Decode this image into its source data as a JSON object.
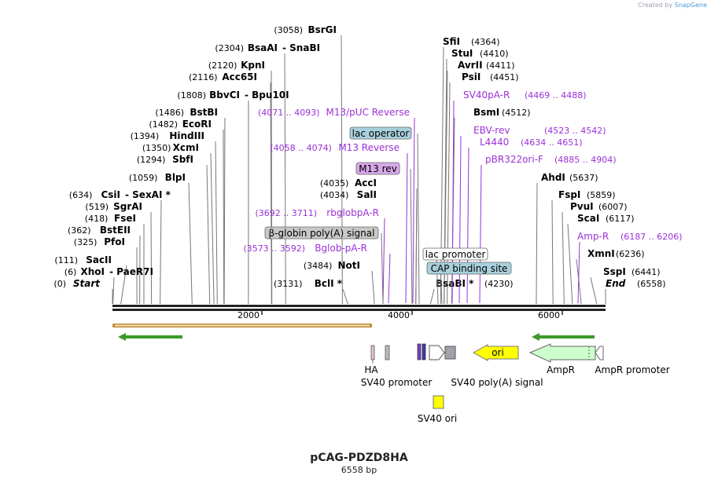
{
  "credit": {
    "prefix": "Created by",
    "brand": "SnapGene"
  },
  "plasmid": {
    "name": "pCAG-PDZD8HA",
    "length": "6558 bp",
    "total_bp": 6558
  },
  "enzymes": [
    {
      "name": "BsrGI",
      "pos": "(3058)",
      "bp": 3058
    },
    {
      "name": "BsaAI",
      "pos": "(2304)",
      "bp": 2304,
      "pair": "SnaBI"
    },
    {
      "name": "KpnI",
      "pos": "(2120)",
      "bp": 2120
    },
    {
      "name": "Acc65I",
      "pos": "(2116)",
      "bp": 2116
    },
    {
      "name": "BbvCI",
      "pos": "(1808)",
      "bp": 1808,
      "pair": "Bpu10I"
    },
    {
      "name": "BstBI",
      "pos": "(1486)",
      "bp": 1486
    },
    {
      "name": "EcoRI",
      "pos": "(1482)",
      "bp": 1482
    },
    {
      "name": "HindIII",
      "pos": "(1394)",
      "bp": 1394
    },
    {
      "name": "XcmI",
      "pos": "(1350)",
      "bp": 1350
    },
    {
      "name": "SbfI",
      "pos": "(1294)",
      "bp": 1294
    },
    {
      "name": "BlpI",
      "pos": "(1059)",
      "bp": 1059
    },
    {
      "name": "CsiI",
      "pos": "(634)",
      "bp": 634,
      "pair": "SexAI *"
    },
    {
      "name": "SgrAI",
      "pos": "(519)",
      "bp": 519
    },
    {
      "name": "FseI",
      "pos": "(418)",
      "bp": 418
    },
    {
      "name": "BstEII",
      "pos": "(362)",
      "bp": 362
    },
    {
      "name": "PfoI",
      "pos": "(325)",
      "bp": 325
    },
    {
      "name": "SacII",
      "pos": "(111)",
      "bp": 111
    },
    {
      "name": "XhoI",
      "pos": "(6)",
      "bp": 6,
      "pair": "PaeR7I"
    },
    {
      "name": "Start",
      "pos": "(0)",
      "bp": 0,
      "italic": true
    },
    {
      "name": "AccI",
      "pos": "(4035)",
      "bp": 4035
    },
    {
      "name": "SalI",
      "pos": "(4034)",
      "bp": 4034
    },
    {
      "name": "NotI",
      "pos": "(3484)",
      "bp": 3484
    },
    {
      "name": "BclI *",
      "pos": "(3131)",
      "bp": 3131
    },
    {
      "name": "SfiI",
      "pos": "(4364)",
      "bp": 4364
    },
    {
      "name": "StuI",
      "pos": "(4410)",
      "bp": 4410
    },
    {
      "name": "AvrII",
      "pos": "(4411)",
      "bp": 4411
    },
    {
      "name": "PsiI",
      "pos": "(4451)",
      "bp": 4451
    },
    {
      "name": "BsmI",
      "pos": "(4512)",
      "bp": 4512
    },
    {
      "name": "BsaBI *",
      "pos": "(4230)",
      "bp": 4230
    },
    {
      "name": "AhdI",
      "pos": "(5637)",
      "bp": 5637
    },
    {
      "name": "FspI",
      "pos": "(5859)",
      "bp": 5859
    },
    {
      "name": "PvuI",
      "pos": "(6007)",
      "bp": 6007
    },
    {
      "name": "ScaI",
      "pos": "(6117)",
      "bp": 6117
    },
    {
      "name": "XmnI",
      "pos": "(6236)",
      "bp": 6236
    },
    {
      "name": "SspI",
      "pos": "(6441)",
      "bp": 6441
    },
    {
      "name": "End",
      "pos": "(6558)",
      "bp": 6558,
      "italic": true
    }
  ],
  "primers": [
    {
      "name": "M13/pUC Reverse",
      "range": "(4071 .. 4093)"
    },
    {
      "name": "M13 Reverse",
      "range": "(4058 .. 4074)"
    },
    {
      "name": "rbglobpA-R",
      "range": "(3692 .. 3711)"
    },
    {
      "name": "Bglob-pA-R",
      "range": "(3573 .. 3592)"
    },
    {
      "name": "SV40pA-R",
      "range": "(4469 .. 4488)"
    },
    {
      "name": "EBV-rev",
      "range": "(4523 .. 4542)"
    },
    {
      "name": "L4440",
      "range": "(4634 .. 4651)"
    },
    {
      "name": "pBR322ori-F",
      "range": "(4885 .. 4904)"
    },
    {
      "name": "Amp-R",
      "range": "(6187 .. 6206)"
    }
  ],
  "boxed_features": [
    {
      "name": "lac operator",
      "fill": "#a8d0dc"
    },
    {
      "name": "M13 rev",
      "fill": "#d8a8e8"
    },
    {
      "name": "β-globin poly(A) signal",
      "fill": "#c8c8c8"
    },
    {
      "name": "lac promoter",
      "fill": "#ffffff"
    },
    {
      "name": "CAP binding site",
      "fill": "#a8d0dc"
    }
  ],
  "ticks": [
    "2000",
    "4000",
    "6000"
  ],
  "features": [
    {
      "name": "HA"
    },
    {
      "name": "SV40 promoter"
    },
    {
      "name": "SV40 poly(A) signal"
    },
    {
      "name": "SV40 ori"
    },
    {
      "name": "ori"
    },
    {
      "name": "AmpR"
    },
    {
      "name": "AmpR promoter"
    }
  ],
  "colors": {
    "enzyme_label": "#111111",
    "primer_label": "#9b30d8",
    "ori": "#ffff00",
    "ampR": "#ccffcc",
    "orf_brown": "#c08a3a",
    "orf_green": "#3a9a2a"
  }
}
